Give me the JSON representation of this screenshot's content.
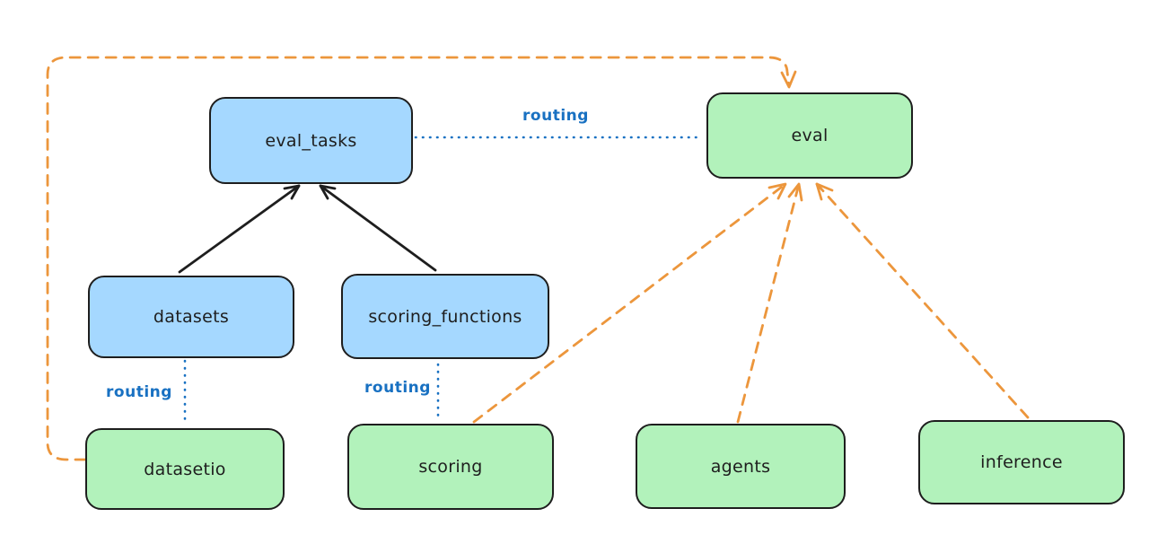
{
  "diagram": {
    "nodes": [
      {
        "id": "eval_tasks",
        "label": "eval_tasks",
        "fill": "blue"
      },
      {
        "id": "eval",
        "label": "eval",
        "fill": "green"
      },
      {
        "id": "datasets",
        "label": "datasets",
        "fill": "blue"
      },
      {
        "id": "scoring_functions",
        "label": "scoring_functions",
        "fill": "blue"
      },
      {
        "id": "datasetio",
        "label": "datasetio",
        "fill": "green"
      },
      {
        "id": "scoring",
        "label": "scoring",
        "fill": "green"
      },
      {
        "id": "agents",
        "label": "agents",
        "fill": "green"
      },
      {
        "id": "inference",
        "label": "inference",
        "fill": "green"
      }
    ],
    "edges": [
      {
        "from": "datasets",
        "to": "eval_tasks",
        "style": "solid-black-arrow"
      },
      {
        "from": "scoring_functions",
        "to": "eval_tasks",
        "style": "solid-black-arrow"
      },
      {
        "from": "eval_tasks",
        "to": "eval",
        "style": "dotted-blue",
        "label": "routing"
      },
      {
        "from": "datasets",
        "to": "datasetio",
        "style": "dotted-blue",
        "label": "routing"
      },
      {
        "from": "scoring_functions",
        "to": "scoring",
        "style": "dotted-blue",
        "label": "routing"
      },
      {
        "from": "datasetio",
        "to": "eval",
        "style": "dashed-orange-arrow"
      },
      {
        "from": "scoring",
        "to": "eval",
        "style": "dashed-orange-arrow"
      },
      {
        "from": "agents",
        "to": "eval",
        "style": "dashed-orange-arrow"
      },
      {
        "from": "inference",
        "to": "eval",
        "style": "dashed-orange-arrow"
      }
    ],
    "colors": {
      "blue_fill": "#a5d8ff",
      "green_fill": "#b2f2bb",
      "node_stroke": "#1e1e1e",
      "routing_blue": "#1971c2",
      "orange_dash": "#ec963c",
      "background": "#ffffff"
    }
  }
}
